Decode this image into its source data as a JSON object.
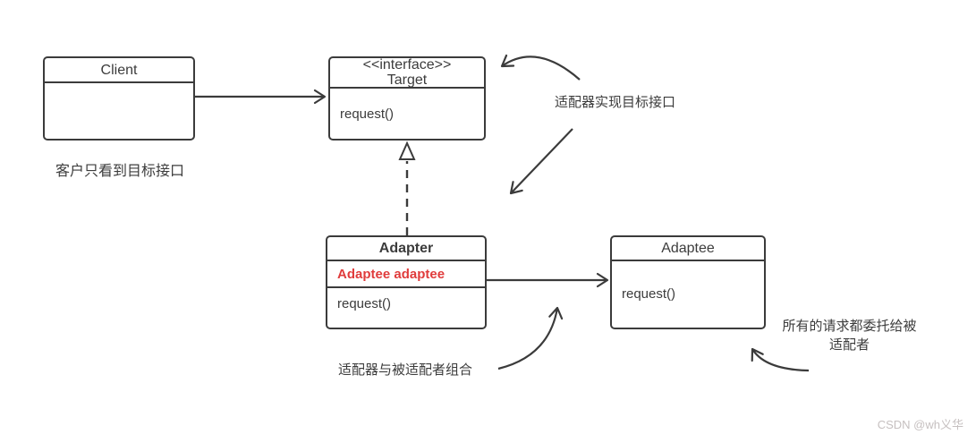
{
  "nodes": {
    "client": {
      "title": "Client"
    },
    "target": {
      "stereotype": "<<interface>>",
      "title": "Target",
      "method": "request()"
    },
    "adapter": {
      "title": "Adapter",
      "field": "Adaptee adaptee",
      "method": "request()"
    },
    "adaptee": {
      "title": "Adaptee",
      "method": "request()"
    }
  },
  "annotations": {
    "client_note": "客户只看到目标接口",
    "target_note": "适配器实现目标接口",
    "composition_note": "适配器与被适配者组合",
    "delegation_note_line1": "所有的请求都委托给被",
    "delegation_note_line2": "适配者"
  },
  "watermark": "CSDN @wh义华",
  "colors": {
    "line": "#3b3b3b",
    "box_border": "#3b3b3b",
    "text": "#3c3c3c",
    "field_highlight": "#e03c3c",
    "watermark": "#c6c0c0",
    "background": "#ffffff"
  }
}
